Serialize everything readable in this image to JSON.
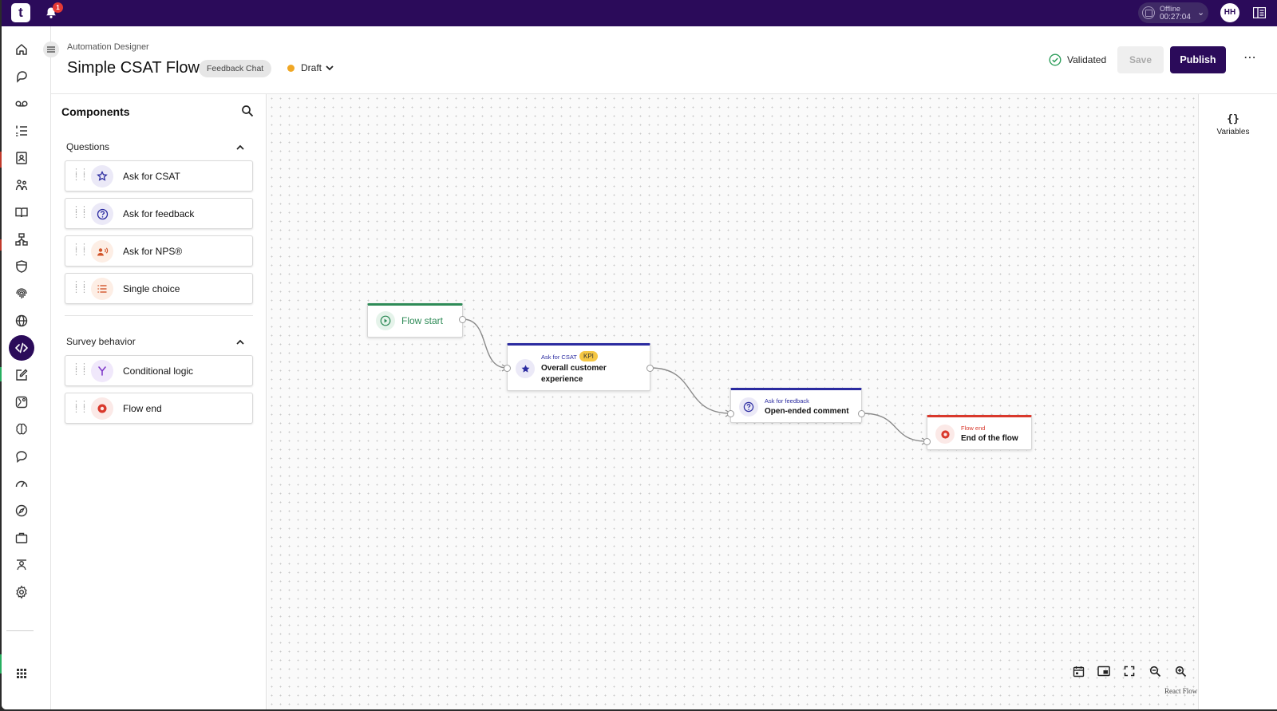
{
  "topbar": {
    "logo_letter": "t",
    "notification_count": "1",
    "status": {
      "label": "Offline",
      "timer": "00:27:04"
    },
    "avatar_initials": "HH"
  },
  "header": {
    "breadcrumb": "Automation Designer",
    "title": "Simple CSAT Flow",
    "channel": "Feedback Chat",
    "state": "Draft",
    "validation": "Validated",
    "save_label": "Save",
    "publish_label": "Publish"
  },
  "components": {
    "title": "Components",
    "sections": [
      {
        "title": "Questions",
        "items": [
          {
            "label": "Ask for CSAT",
            "icon": "star-icon"
          },
          {
            "label": "Ask for feedback",
            "icon": "question-icon"
          },
          {
            "label": "Ask for NPS®",
            "icon": "speaker-icon"
          },
          {
            "label": "Single choice",
            "icon": "list-icon"
          }
        ]
      },
      {
        "title": "Survey behavior",
        "items": [
          {
            "label": "Conditional logic",
            "icon": "branch-icon"
          },
          {
            "label": "Flow end",
            "icon": "stop-icon"
          }
        ]
      }
    ]
  },
  "flow": {
    "nodes": [
      {
        "id": "start",
        "type": "",
        "title": "Flow start",
        "color": "#2e8b57"
      },
      {
        "id": "csat",
        "type": "Ask for CSAT",
        "title": "Overall customer experience",
        "badge": "KPI",
        "color": "#2b2ba0"
      },
      {
        "id": "feedback",
        "type": "Ask for feedback",
        "title": "Open-ended comment",
        "color": "#2b2ba0"
      },
      {
        "id": "end",
        "type": "Flow end",
        "title": "End of the flow",
        "color": "#d9382c"
      }
    ],
    "attribution": "React Flow"
  },
  "rightrail": {
    "variables_label": "Variables",
    "variables_glyph": "{}"
  },
  "colors": {
    "brand": "#2b0b5a",
    "draft": "#f0a724",
    "validated": "#2e9e5b"
  }
}
